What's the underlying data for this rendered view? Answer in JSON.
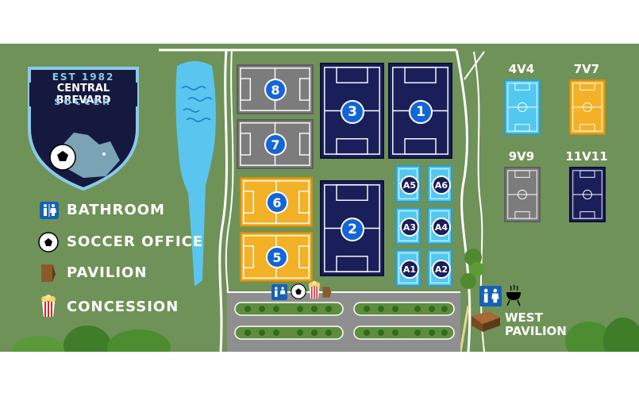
{
  "logo": {
    "est": "EST 1982",
    "name": "CENTRAL BREVARD",
    "sub": "SOCCER"
  },
  "legend": {
    "items": [
      {
        "icon": "bathroom-icon",
        "label": "BATHROOM"
      },
      {
        "icon": "soccer-ball-icon",
        "label": "SOCCER OFFICE"
      },
      {
        "icon": "pavilion-icon",
        "label": "PAVILION"
      },
      {
        "icon": "popcorn-icon",
        "label": "CONCESSION"
      }
    ]
  },
  "fields": {
    "f8": "8",
    "f7": "7",
    "f6": "6",
    "f5": "5",
    "f3": "3",
    "f1": "1",
    "f2": "2",
    "a5": "A5",
    "a6": "A6",
    "a3": "A3",
    "a4": "A4",
    "a1": "A1",
    "a2": "A2"
  },
  "field_types": {
    "t4v4": "4V4",
    "t7v7": "7V7",
    "t9v9": "9V9",
    "t11v11": "11V11"
  },
  "west_pavilion": {
    "line1": "WEST",
    "line2": "PAVILION"
  },
  "colors": {
    "grass": "#6f9258",
    "dark": "#1a1f5a",
    "gray": "#7c7c7c",
    "gold": "#f2b126",
    "cyan": "#53c8ef",
    "number_badge": "#1465d6"
  }
}
